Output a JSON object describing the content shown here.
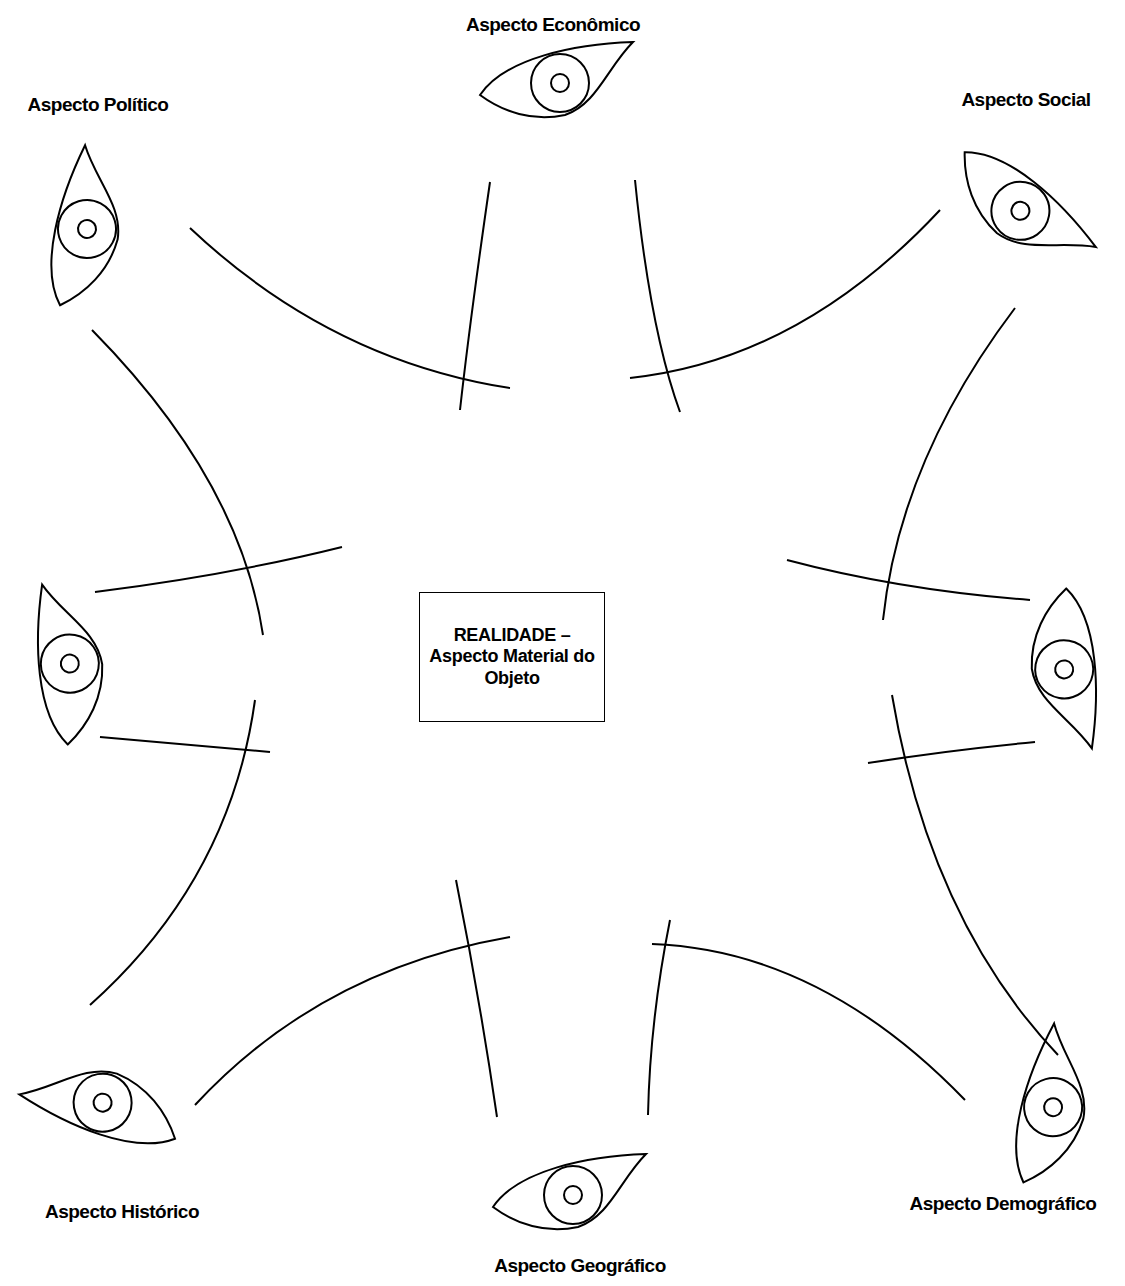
{
  "diagram": {
    "nodes": [
      {
        "text": [
          "REALIDADE – Aspecto Material do Objeto"
        ]
      }
    ],
    "labels": [
      "Aspecto Econômico",
      "Aspecto Político",
      "Aspecto Social",
      "Aspecto Histórico",
      "Aspecto Geográfico",
      "Aspecto Demográfico"
    ]
  }
}
